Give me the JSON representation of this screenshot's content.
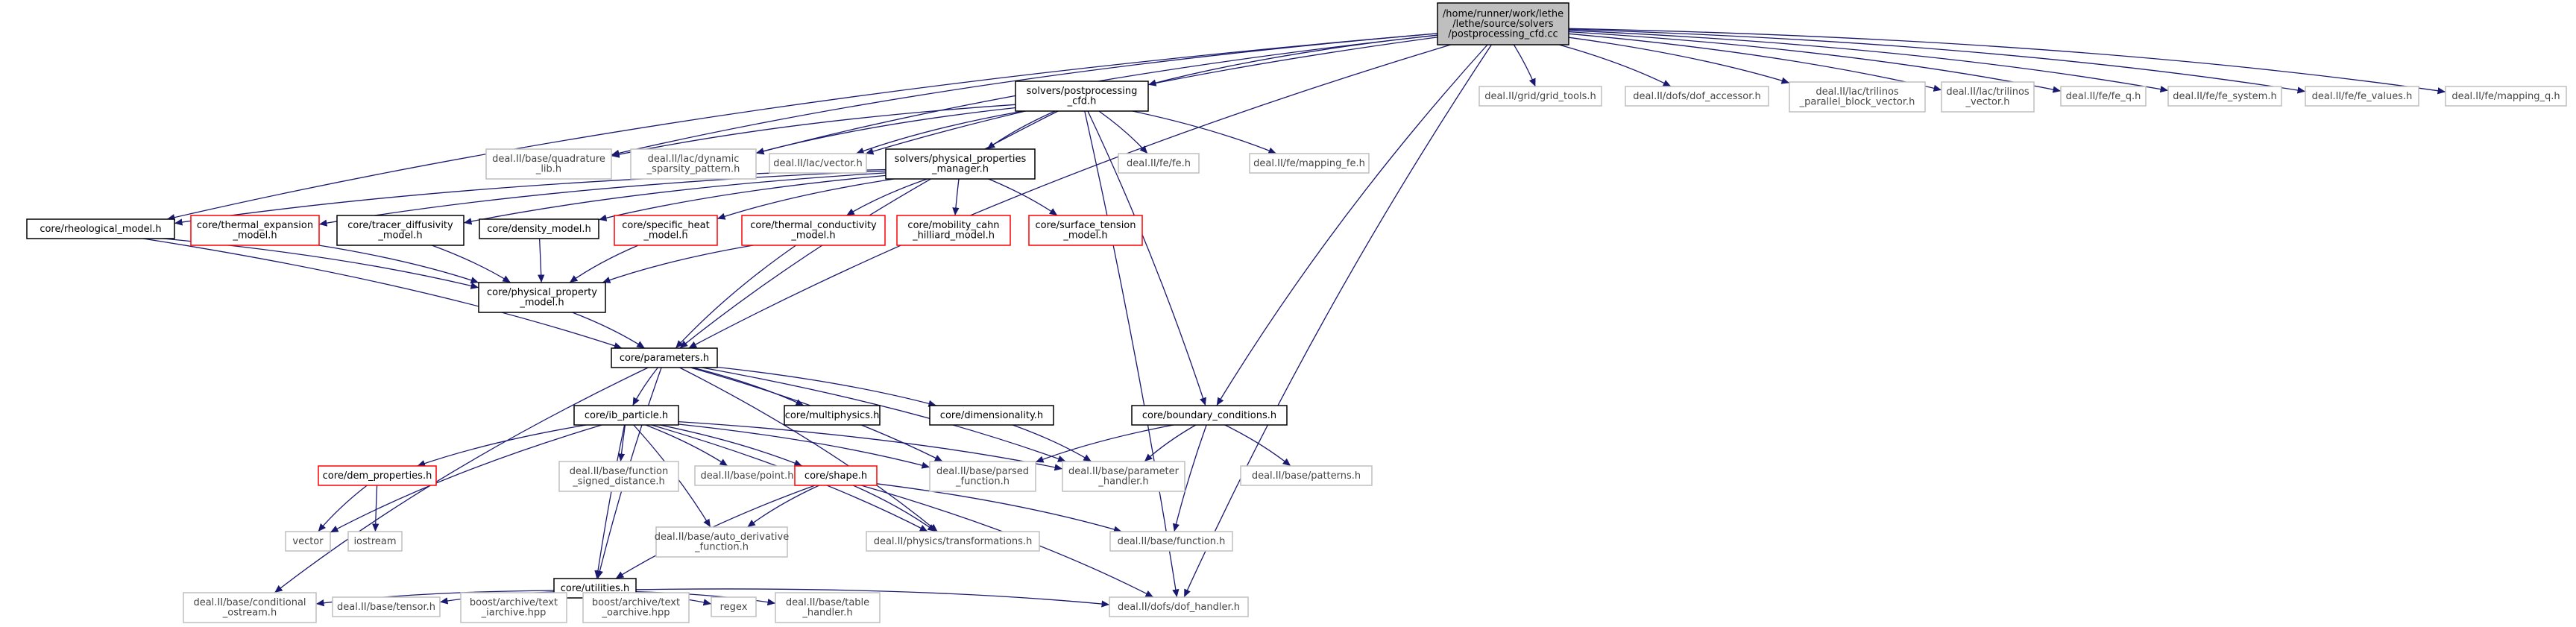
{
  "colors": {
    "edge": "#191970",
    "border_normal": "#000000",
    "border_red": "#ff0000",
    "border_grey": "#bfbfbf",
    "root_fill": "#bfbfbf"
  },
  "nodes": [
    {
      "id": "root",
      "lines": [
        "/home/runner/work/lethe",
        "/lethe/source/solvers",
        "/postprocessing_cfd.cc"
      ],
      "style": "root"
    },
    {
      "id": "solvers_pp",
      "lines": [
        "solvers/postprocessing",
        "_cfd.h"
      ],
      "style": "normal"
    },
    {
      "id": "grid_tools",
      "lines": [
        "deal.II/grid/grid_tools.h"
      ],
      "style": "grey"
    },
    {
      "id": "dof_accessor",
      "lines": [
        "deal.II/dofs/dof_accessor.h"
      ],
      "style": "grey"
    },
    {
      "id": "trilinos_pbv",
      "lines": [
        "deal.II/lac/trilinos",
        "_parallel_block_vector.h"
      ],
      "style": "grey"
    },
    {
      "id": "trilinos_vec",
      "lines": [
        "deal.II/lac/trilinos",
        "_vector.h"
      ],
      "style": "grey"
    },
    {
      "id": "fe_q",
      "lines": [
        "deal.II/fe/fe_q.h"
      ],
      "style": "grey"
    },
    {
      "id": "fe_system",
      "lines": [
        "deal.II/fe/fe_system.h"
      ],
      "style": "grey"
    },
    {
      "id": "fe_values",
      "lines": [
        "deal.II/fe/fe_values.h"
      ],
      "style": "grey"
    },
    {
      "id": "mapping_q",
      "lines": [
        "deal.II/fe/mapping_q.h"
      ],
      "style": "grey"
    },
    {
      "id": "quadrature_lib",
      "lines": [
        "deal.II/base/quadrature",
        "_lib.h"
      ],
      "style": "grey"
    },
    {
      "id": "dyn_sparsity",
      "lines": [
        "deal.II/lac/dynamic",
        "_sparsity_pattern.h"
      ],
      "style": "grey"
    },
    {
      "id": "lac_vector",
      "lines": [
        "deal.II/lac/vector.h"
      ],
      "style": "grey"
    },
    {
      "id": "phys_mgr",
      "lines": [
        "solvers/physical_properties",
        "_manager.h"
      ],
      "style": "normal"
    },
    {
      "id": "fe_fe",
      "lines": [
        "deal.II/fe/fe.h"
      ],
      "style": "grey"
    },
    {
      "id": "mapping_fe",
      "lines": [
        "deal.II/fe/mapping_fe.h"
      ],
      "style": "grey"
    },
    {
      "id": "rheo",
      "lines": [
        "core/rheological_model.h"
      ],
      "style": "normal"
    },
    {
      "id": "thermal_exp",
      "lines": [
        "core/thermal_expansion",
        "_model.h"
      ],
      "style": "red"
    },
    {
      "id": "tracer_diff",
      "lines": [
        "core/tracer_diffusivity",
        "_model.h"
      ],
      "style": "normal"
    },
    {
      "id": "density",
      "lines": [
        "core/density_model.h"
      ],
      "style": "normal"
    },
    {
      "id": "specific_heat",
      "lines": [
        "core/specific_heat",
        "_model.h"
      ],
      "style": "red"
    },
    {
      "id": "thermal_cond",
      "lines": [
        "core/thermal_conductivity",
        "_model.h"
      ],
      "style": "red"
    },
    {
      "id": "mobility",
      "lines": [
        "core/mobility_cahn",
        "_hilliard_model.h"
      ],
      "style": "red"
    },
    {
      "id": "surface_tension",
      "lines": [
        "core/surface_tension",
        "_model.h"
      ],
      "style": "red"
    },
    {
      "id": "phys_prop",
      "lines": [
        "core/physical_property",
        "_model.h"
      ],
      "style": "normal"
    },
    {
      "id": "parameters",
      "lines": [
        "core/parameters.h"
      ],
      "style": "normal"
    },
    {
      "id": "ib_particle",
      "lines": [
        "core/ib_particle.h"
      ],
      "style": "normal"
    },
    {
      "id": "multiphysics",
      "lines": [
        "core/multiphysics.h"
      ],
      "style": "normal"
    },
    {
      "id": "dimensionality",
      "lines": [
        "core/dimensionality.h"
      ],
      "style": "normal"
    },
    {
      "id": "boundary",
      "lines": [
        "core/boundary_conditions.h"
      ],
      "style": "normal"
    },
    {
      "id": "dem_props",
      "lines": [
        "core/dem_properties.h"
      ],
      "style": "red"
    },
    {
      "id": "function_sd",
      "lines": [
        "deal.II/base/function",
        "_signed_distance.h"
      ],
      "style": "grey"
    },
    {
      "id": "base_point",
      "lines": [
        "deal.II/base/point.h"
      ],
      "style": "grey"
    },
    {
      "id": "shape",
      "lines": [
        "core/shape.h"
      ],
      "style": "red"
    },
    {
      "id": "parsed_fn",
      "lines": [
        "deal.II/base/parsed",
        "_function.h"
      ],
      "style": "grey"
    },
    {
      "id": "param_handler",
      "lines": [
        "deal.II/base/parameter",
        "_handler.h"
      ],
      "style": "grey"
    },
    {
      "id": "patterns",
      "lines": [
        "deal.II/base/patterns.h"
      ],
      "style": "grey"
    },
    {
      "id": "vector",
      "lines": [
        "vector"
      ],
      "style": "grey"
    },
    {
      "id": "iostream",
      "lines": [
        "iostream"
      ],
      "style": "grey"
    },
    {
      "id": "auto_deriv",
      "lines": [
        "deal.II/base/auto_derivative",
        "_function.h"
      ],
      "style": "grey"
    },
    {
      "id": "transformations",
      "lines": [
        "deal.II/physics/transformations.h"
      ],
      "style": "grey"
    },
    {
      "id": "base_function",
      "lines": [
        "deal.II/base/function.h"
      ],
      "style": "grey"
    },
    {
      "id": "utilities",
      "lines": [
        "core/utilities.h"
      ],
      "style": "normal"
    },
    {
      "id": "cond_ostream",
      "lines": [
        "deal.II/base/conditional",
        "_ostream.h"
      ],
      "style": "grey"
    },
    {
      "id": "tensor",
      "lines": [
        "deal.II/base/tensor.h"
      ],
      "style": "grey"
    },
    {
      "id": "iarchive",
      "lines": [
        "boost/archive/text",
        "_iarchive.hpp"
      ],
      "style": "grey"
    },
    {
      "id": "oarchive",
      "lines": [
        "boost/archive/text",
        "_oarchive.hpp"
      ],
      "style": "grey"
    },
    {
      "id": "regex",
      "lines": [
        "regex"
      ],
      "style": "grey"
    },
    {
      "id": "table_handler",
      "lines": [
        "deal.II/base/table",
        "_handler.h"
      ],
      "style": "grey"
    },
    {
      "id": "dof_handler",
      "lines": [
        "deal.II/dofs/dof_handler.h"
      ],
      "style": "grey"
    }
  ],
  "edges": [
    [
      "root",
      "solvers_pp"
    ],
    [
      "root",
      "grid_tools"
    ],
    [
      "root",
      "dof_accessor"
    ],
    [
      "root",
      "trilinos_pbv"
    ],
    [
      "root",
      "trilinos_vec"
    ],
    [
      "root",
      "fe_q"
    ],
    [
      "root",
      "fe_system"
    ],
    [
      "root",
      "fe_values"
    ],
    [
      "root",
      "mapping_q"
    ],
    [
      "root",
      "quadrature_lib"
    ],
    [
      "root",
      "dyn_sparsity"
    ],
    [
      "root",
      "lac_vector"
    ],
    [
      "root",
      "rheo"
    ],
    [
      "root",
      "parameters"
    ],
    [
      "root",
      "boundary"
    ],
    [
      "root",
      "dof_handler"
    ],
    [
      "solvers_pp",
      "quadrature_lib"
    ],
    [
      "solvers_pp",
      "dyn_sparsity"
    ],
    [
      "solvers_pp",
      "lac_vector"
    ],
    [
      "solvers_pp",
      "phys_mgr"
    ],
    [
      "solvers_pp",
      "fe_fe"
    ],
    [
      "solvers_pp",
      "mapping_fe"
    ],
    [
      "solvers_pp",
      "parameters"
    ],
    [
      "solvers_pp",
      "boundary"
    ],
    [
      "solvers_pp",
      "dof_handler"
    ],
    [
      "phys_mgr",
      "rheo"
    ],
    [
      "phys_mgr",
      "thermal_exp"
    ],
    [
      "phys_mgr",
      "tracer_diff"
    ],
    [
      "phys_mgr",
      "density"
    ],
    [
      "phys_mgr",
      "specific_heat"
    ],
    [
      "phys_mgr",
      "thermal_cond"
    ],
    [
      "phys_mgr",
      "mobility"
    ],
    [
      "phys_mgr",
      "surface_tension"
    ],
    [
      "rheo",
      "phys_prop"
    ],
    [
      "rheo",
      "parameters"
    ],
    [
      "thermal_exp",
      "phys_prop"
    ],
    [
      "tracer_diff",
      "phys_prop"
    ],
    [
      "density",
      "phys_prop"
    ],
    [
      "specific_heat",
      "phys_prop"
    ],
    [
      "thermal_cond",
      "phys_prop"
    ],
    [
      "thermal_cond",
      "parameters"
    ],
    [
      "phys_prop",
      "parameters"
    ],
    [
      "parameters",
      "ib_particle"
    ],
    [
      "parameters",
      "multiphysics"
    ],
    [
      "parameters",
      "dimensionality"
    ],
    [
      "parameters",
      "parsed_fn"
    ],
    [
      "parameters",
      "param_handler"
    ],
    [
      "parameters",
      "utilities"
    ],
    [
      "parameters",
      "cond_ostream"
    ],
    [
      "parameters",
      "transformations"
    ],
    [
      "ib_particle",
      "dem_props"
    ],
    [
      "ib_particle",
      "function_sd"
    ],
    [
      "ib_particle",
      "base_point"
    ],
    [
      "ib_particle",
      "shape"
    ],
    [
      "ib_particle",
      "parsed_fn"
    ],
    [
      "ib_particle",
      "param_handler"
    ],
    [
      "ib_particle",
      "vector"
    ],
    [
      "ib_particle",
      "utilities"
    ],
    [
      "ib_particle",
      "auto_deriv"
    ],
    [
      "ib_particle",
      "transformations"
    ],
    [
      "dimensionality",
      "param_handler"
    ],
    [
      "boundary",
      "parsed_fn"
    ],
    [
      "boundary",
      "param_handler"
    ],
    [
      "boundary",
      "patterns"
    ],
    [
      "boundary",
      "base_function"
    ],
    [
      "dem_props",
      "vector"
    ],
    [
      "dem_props",
      "iostream"
    ],
    [
      "shape",
      "utilities"
    ],
    [
      "shape",
      "auto_deriv"
    ],
    [
      "shape",
      "transformations"
    ],
    [
      "shape",
      "base_function"
    ],
    [
      "shape",
      "dof_handler"
    ],
    [
      "utilities",
      "cond_ostream"
    ],
    [
      "utilities",
      "tensor"
    ],
    [
      "utilities",
      "iarchive"
    ],
    [
      "utilities",
      "oarchive"
    ],
    [
      "utilities",
      "regex"
    ],
    [
      "utilities",
      "table_handler"
    ],
    [
      "utilities",
      "dof_handler"
    ]
  ]
}
